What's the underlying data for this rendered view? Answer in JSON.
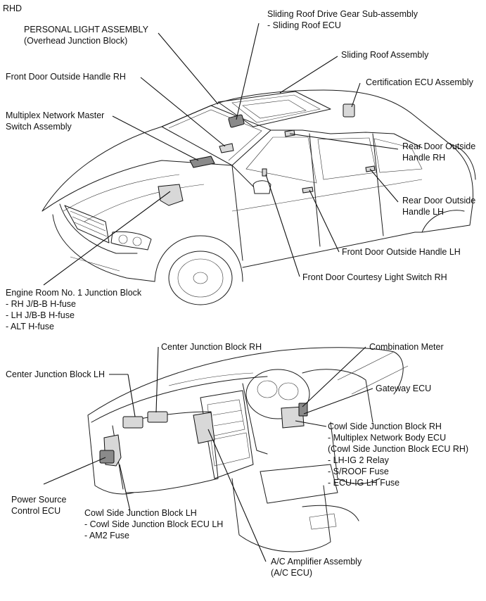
{
  "corner_label": "RHD",
  "labels": {
    "sliding_roof_drive": [
      "Sliding Roof Drive Gear Sub-assembly",
      "- Sliding Roof ECU"
    ],
    "personal_light": [
      "PERSONAL LIGHT ASSEMBLY",
      "(Overhead Junction Block)"
    ],
    "sliding_roof_assembly": [
      "Sliding Roof Assembly"
    ],
    "front_door_outside_handle_rh": [
      "Front Door Outside Handle RH"
    ],
    "certification_ecu": [
      "Certification ECU Assembly"
    ],
    "multiplex_master_switch": [
      "Multiplex Network Master",
      "Switch Assembly"
    ],
    "rear_door_outside_handle_rh": [
      "Rear Door Outside",
      "Handle RH"
    ],
    "rear_door_outside_handle_lh": [
      "Rear Door Outside",
      "Handle LH"
    ],
    "front_door_outside_handle_lh": [
      "Front Door Outside Handle LH"
    ],
    "front_door_courtesy_switch": [
      "Front Door Courtesy Light Switch RH"
    ],
    "engine_room_jb": [
      "Engine Room No. 1 Junction Block",
      "- RH J/B-B H-fuse",
      "- LH J/B-B H-fuse",
      "- ALT H-fuse"
    ],
    "center_jb_rh": [
      "Center Junction Block RH"
    ],
    "combination_meter": [
      "Combination Meter"
    ],
    "center_jb_lh": [
      "Center Junction Block LH"
    ],
    "gateway_ecu": [
      "Gateway ECU"
    ],
    "cowl_side_jb_rh": [
      "Cowl Side Junction Block RH",
      "- Multiplex Network Body ECU",
      "(Cowl Side Junction Block ECU RH)",
      "- LH-IG 2 Relay",
      "- S/ROOF Fuse",
      "- ECU-IG LH Fuse"
    ],
    "power_source_ecu": [
      "Power Source",
      "Control ECU"
    ],
    "cowl_side_jb_lh": [
      "Cowl Side Junction Block LH",
      "- Cowl Side Junction Block ECU LH",
      "- AM2 Fuse"
    ],
    "ac_amplifier": [
      "A/C Amplifier Assembly",
      "(A/C ECU)"
    ]
  }
}
